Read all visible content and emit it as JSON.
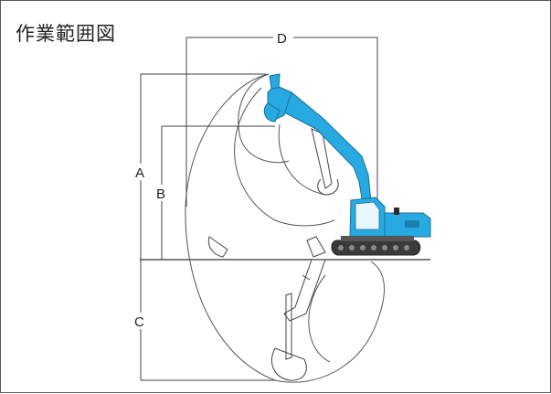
{
  "title": "作業範囲図",
  "dimensions": {
    "A": "A",
    "B": "B",
    "C": "C",
    "D": "D"
  },
  "colors": {
    "machine": "#27a9e1",
    "machine_dark": "#1c7fb0",
    "track": "#3a3a3a",
    "line": "#444444"
  }
}
